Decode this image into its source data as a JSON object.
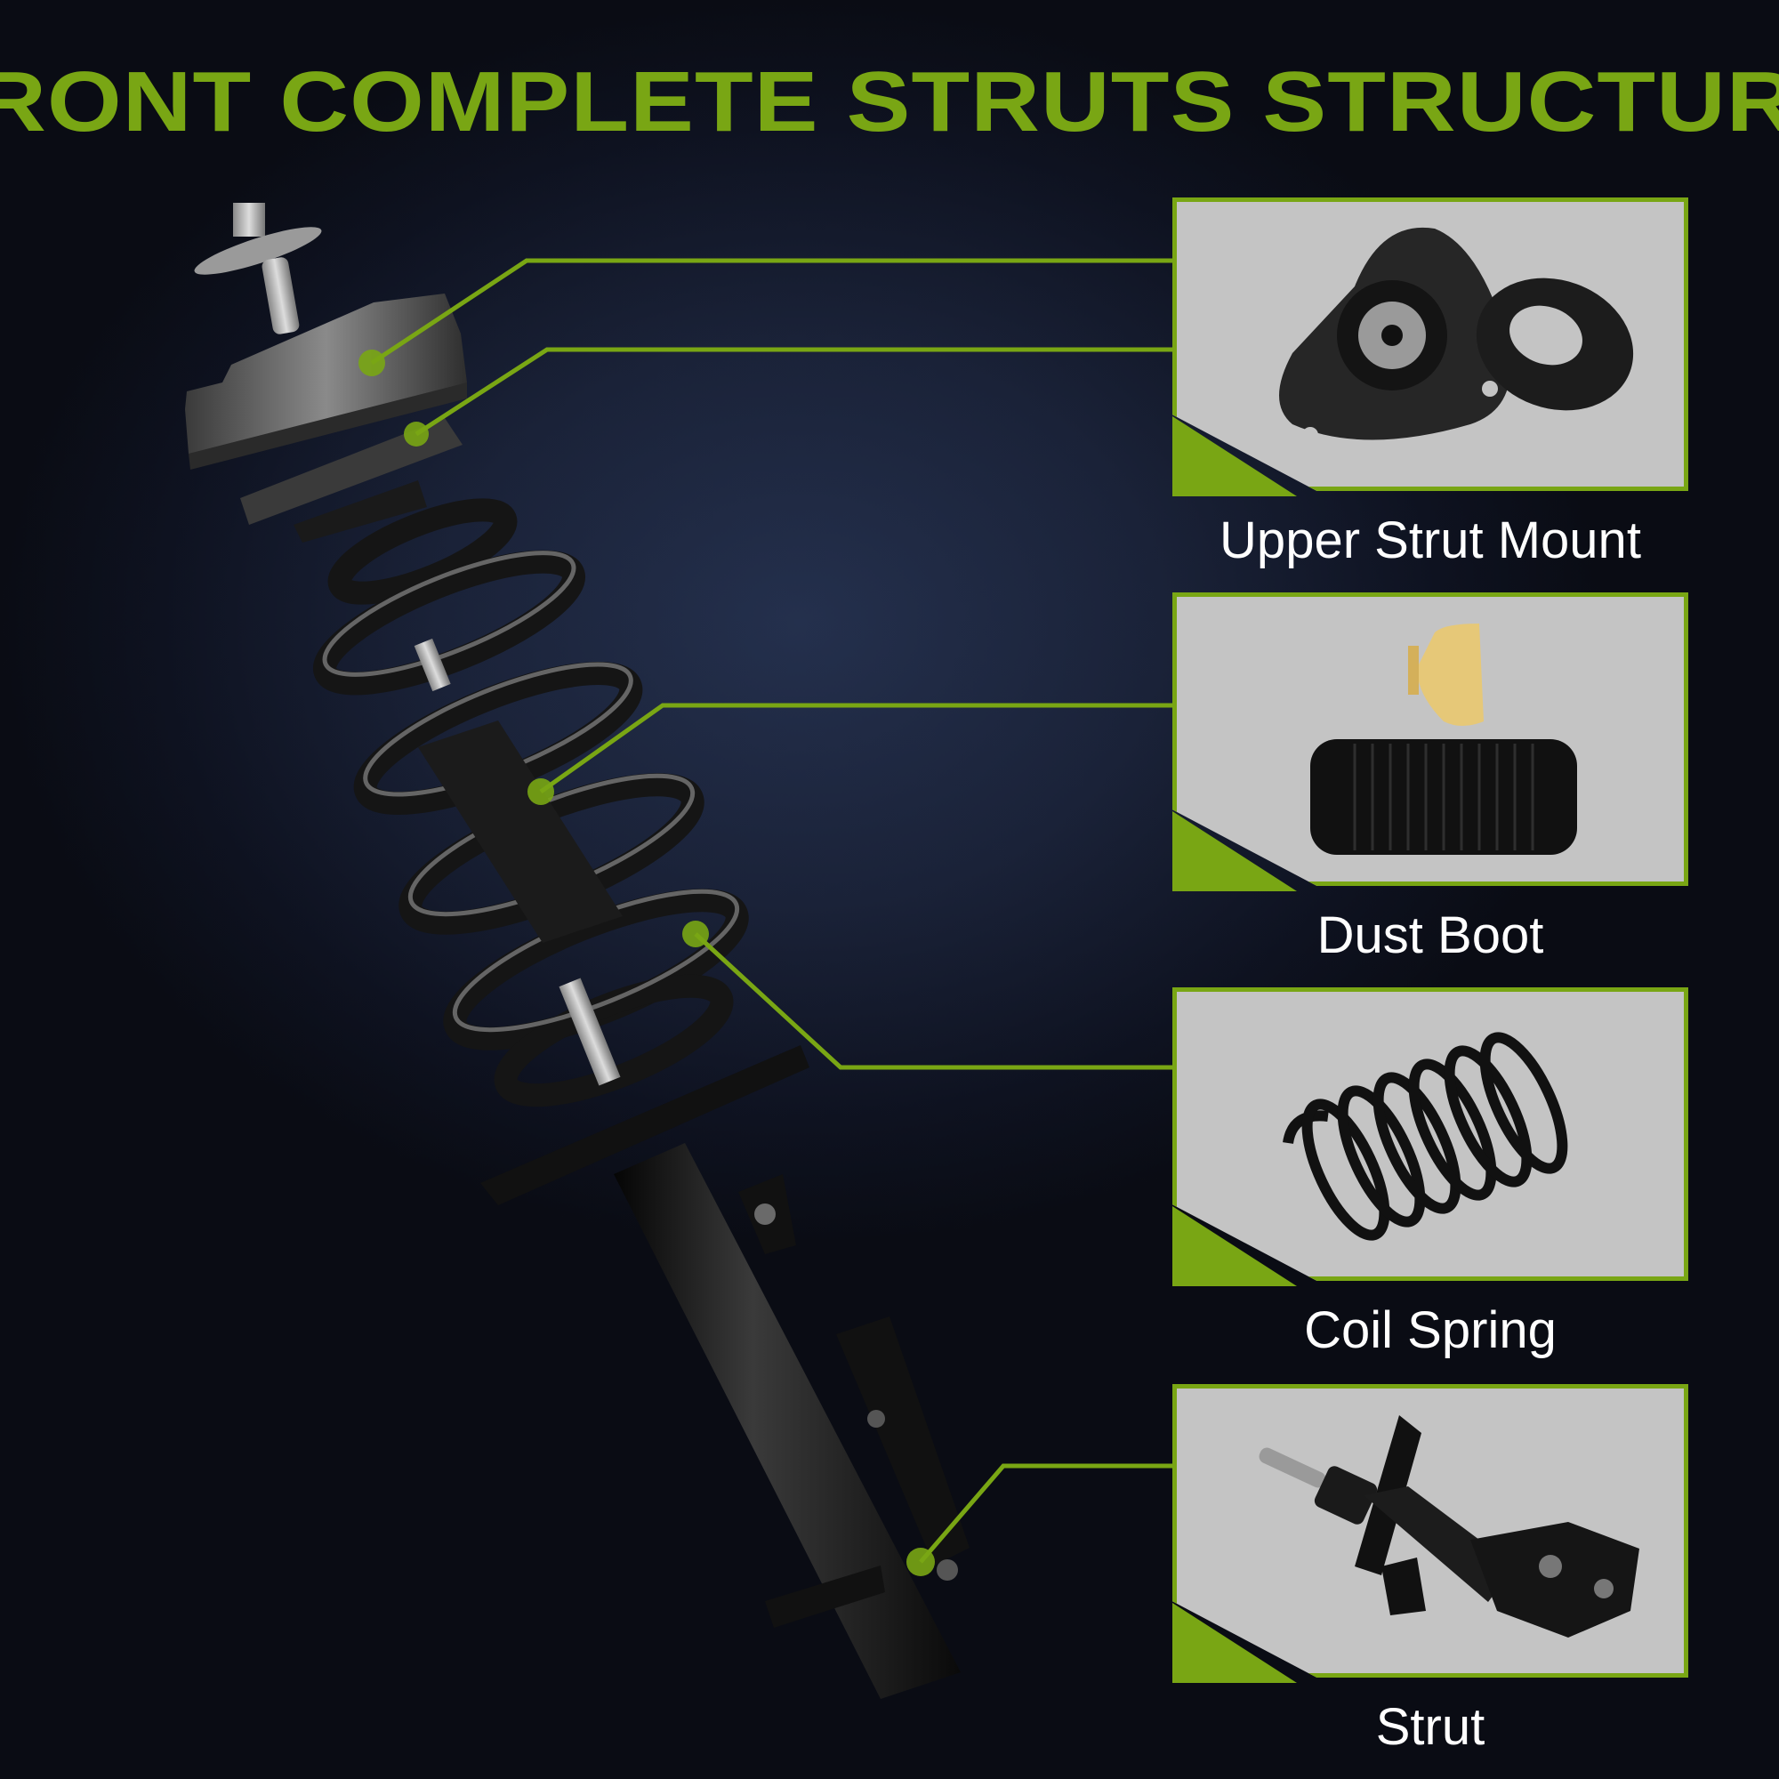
{
  "title": "FRONT COMPLETE STRUTS STRUCTURE",
  "colors": {
    "accent_green": "#79a614",
    "panel_gray": "#c4c4c4",
    "background": "#141a2c",
    "caption_white": "#ffffff"
  },
  "components": [
    {
      "label": "Upper Strut Mount",
      "image": "upper-strut-mount-image"
    },
    {
      "label": "Dust Boot",
      "image": "dust-boot-and-bump-stop-image"
    },
    {
      "label": "Coil Spring",
      "image": "coil-spring-image"
    },
    {
      "label": "Strut",
      "image": "strut-image"
    }
  ],
  "main_illustration": "exploded-strut-assembly"
}
